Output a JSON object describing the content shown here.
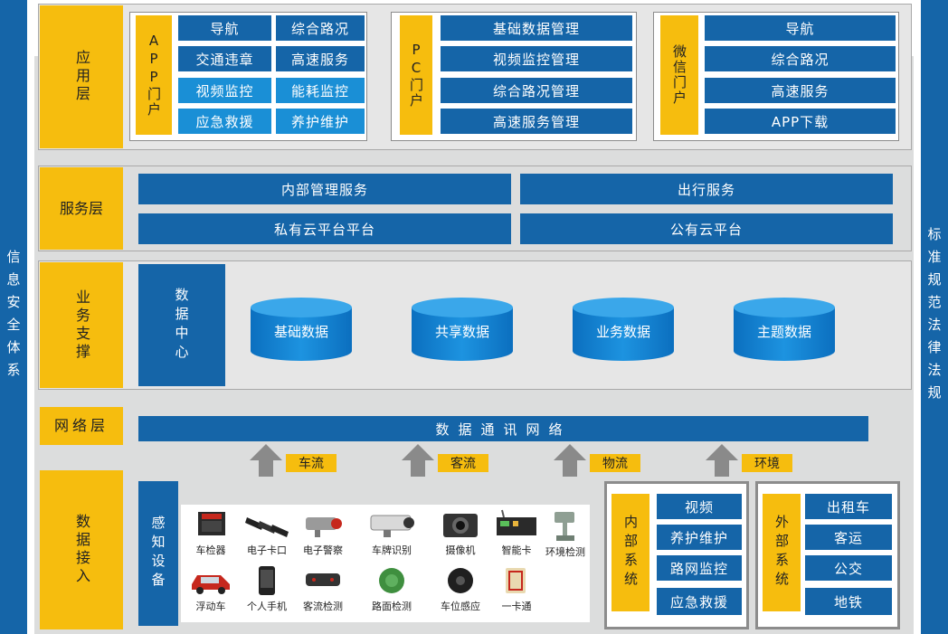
{
  "left_bar": {
    "label": "信息安全体系"
  },
  "right_bar": {
    "label": "标准规范法律法规"
  },
  "layers": {
    "application": {
      "label": "应用层",
      "portals": [
        {
          "label": "APP门户",
          "items": [
            "导航",
            "综合路况",
            "交通违章",
            "高速服务",
            "视频监控",
            "能耗监控",
            "应急救援",
            "养护维护"
          ]
        },
        {
          "label": "PC门户",
          "items": [
            "基础数据管理",
            "视频监控管理",
            "综合路况管理",
            "高速服务管理"
          ]
        },
        {
          "label": "微信门户",
          "items": [
            "导航",
            "综合路况",
            "高速服务",
            "APP下载"
          ]
        }
      ]
    },
    "service": {
      "label": "服务层",
      "items": [
        "内部管理服务",
        "出行服务",
        "私有云平台平台",
        "公有云平台"
      ]
    },
    "business": {
      "label": "业务支撑",
      "data_center": "数据中心",
      "databases": [
        "基础数据",
        "共享数据",
        "业务数据",
        "主题数据"
      ]
    },
    "network": {
      "label": "网络层",
      "bar": "数据通讯网络",
      "flows": [
        "车流",
        "客流",
        "物流",
        "环境"
      ]
    },
    "access": {
      "label": "数据接入",
      "sensing": "感知设备",
      "devices": [
        "车检器",
        "电子卡口",
        "电子警察",
        "车牌识别",
        "摄像机",
        "智能卡",
        "环境检测",
        "浮动车",
        "个人手机",
        "客流检测",
        "路面检测",
        "车位感应",
        "一卡通"
      ],
      "internal": {
        "label": "内部系统",
        "items": [
          "视频",
          "养护维护",
          "路网监控",
          "应急救援"
        ]
      },
      "external": {
        "label": "外部系统",
        "items": [
          "出租车",
          "客运",
          "公交",
          "地铁"
        ]
      }
    }
  },
  "colors": {
    "blue": "#1565a8",
    "light_blue": "#1a8fd6",
    "yellow": "#f6bd0e",
    "gray": "#dcdddd"
  }
}
